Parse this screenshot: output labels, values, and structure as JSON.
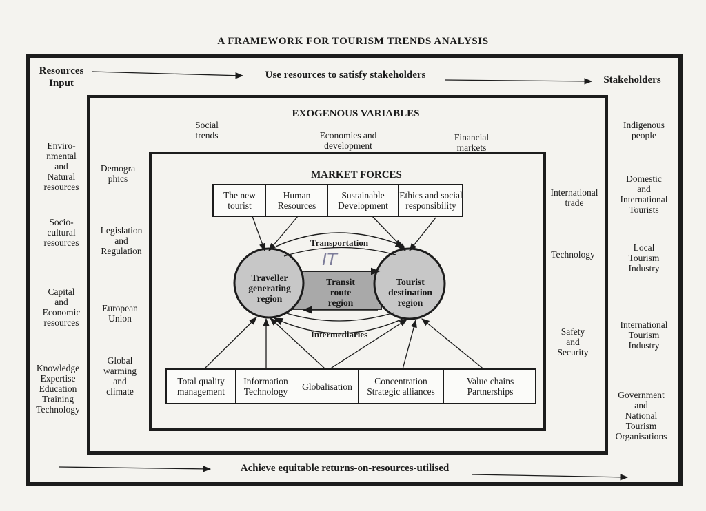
{
  "title": "A FRAMEWORK FOR TOURISM TRENDS ANALYSIS",
  "outer": {
    "resources_input": "Resources\nInput",
    "use_resources": "Use resources to satisfy stakeholders",
    "stakeholders": "Stakeholders",
    "achieve": "Achieve equitable returns-on-resources-utilised"
  },
  "resources": [
    "Enviro-\nnmental\nand\nNatural\nresources",
    "Socio-\ncultural\nresources",
    "Capital\nand\nEconomic\nresources",
    "Knowledge\nExpertise\nEducation\nTraining\nTechnology"
  ],
  "stakeholders_list": [
    "Indigenous\npeople",
    "Domestic\nand\nInternational\nTourists",
    "Local\nTourism\nIndustry",
    "International\nTourism\nIndustry",
    "Government\nand\nNational\nTourism\nOrganisations"
  ],
  "exogenous": {
    "title": "EXOGENOUS VARIABLES",
    "top": [
      "Social\ntrends",
      "Economies and\ndevelopment",
      "Financial\nmarkets"
    ],
    "left": [
      "Demogra\nphics",
      "Legislation\nand\nRegulation",
      "European\nUnion",
      "Global\nwarming\nand\nclimate"
    ],
    "right": [
      "International\ntrade",
      "Technology",
      "Safety\nand\nSecurity"
    ]
  },
  "market": {
    "title": "MARKET FORCES",
    "top_boxes": [
      "The new\ntourist",
      "Human\nResources",
      "Sustainable\nDevelopment",
      "Ethics and social\nresponsibility"
    ],
    "bottom_boxes": [
      "Total quality\nmanagement",
      "Information\nTechnology",
      "Globalisation",
      "Concentration\nStrategic alliances",
      "Value chains\nPartnerships"
    ],
    "transportation": "Transportation",
    "intermediaries": "Intermediaries",
    "it_mark": "IT",
    "traveller": "Traveller\ngenerating\nregion",
    "transit": "Transit\nroute\nregion",
    "tourist": "Tourist\ndestination\nregion"
  }
}
